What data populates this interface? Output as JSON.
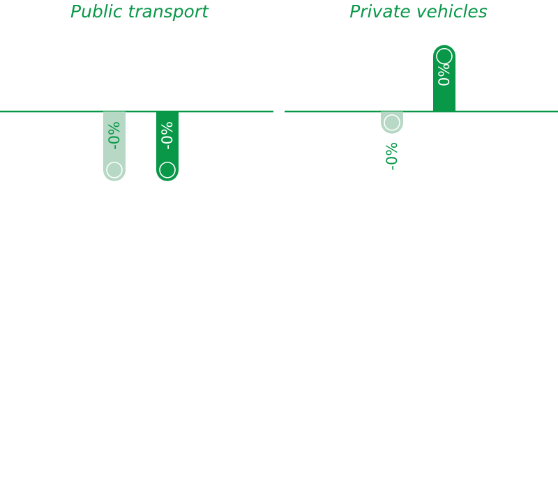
{
  "colors": {
    "accent": "#089848",
    "light": "#b6d8c5",
    "label_dark": "#ffffff",
    "label_light": "#089848"
  },
  "chart_data": [
    {
      "type": "bar",
      "title": "Public transport",
      "bars": [
        {
          "value": -0.44,
          "label": "-0%",
          "shade": "light"
        },
        {
          "value": -0.44,
          "label": "-0%",
          "shade": "dark"
        }
      ]
    },
    {
      "type": "bar",
      "title": "Private vehicles",
      "bars": [
        {
          "value": -0.14,
          "label": "-0%",
          "shade": "light"
        },
        {
          "value": 0.42,
          "label": "0%",
          "shade": "dark"
        }
      ]
    }
  ]
}
